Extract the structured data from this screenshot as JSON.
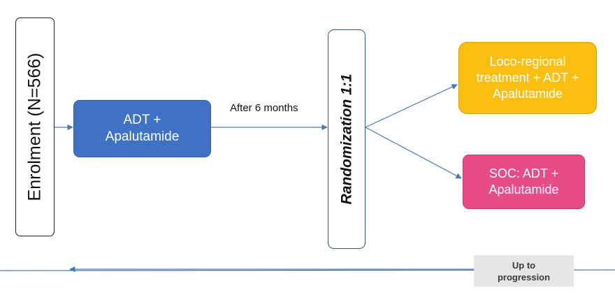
{
  "enrolment": {
    "label": "Enrolment (N=566)"
  },
  "induction": {
    "line1": "ADT +",
    "line2": "Apalutamide"
  },
  "interval": {
    "label": "After 6 months"
  },
  "randomization": {
    "label": "Randomization 1:1"
  },
  "arm_a": {
    "line1": "Loco-regional",
    "line2": "treatment + ADT +",
    "line3": "Apalutamide"
  },
  "arm_b": {
    "line1": "SOC: ADT +",
    "line2": "Apalutamide"
  },
  "progression": {
    "line1": "Up to",
    "line2": "progression"
  },
  "colors": {
    "induction": "#3f72c4",
    "arm_a": "#fbbf0f",
    "arm_b": "#e84c87",
    "arrow": "#4a78b8",
    "progression_bg": "#e6e6e6"
  }
}
